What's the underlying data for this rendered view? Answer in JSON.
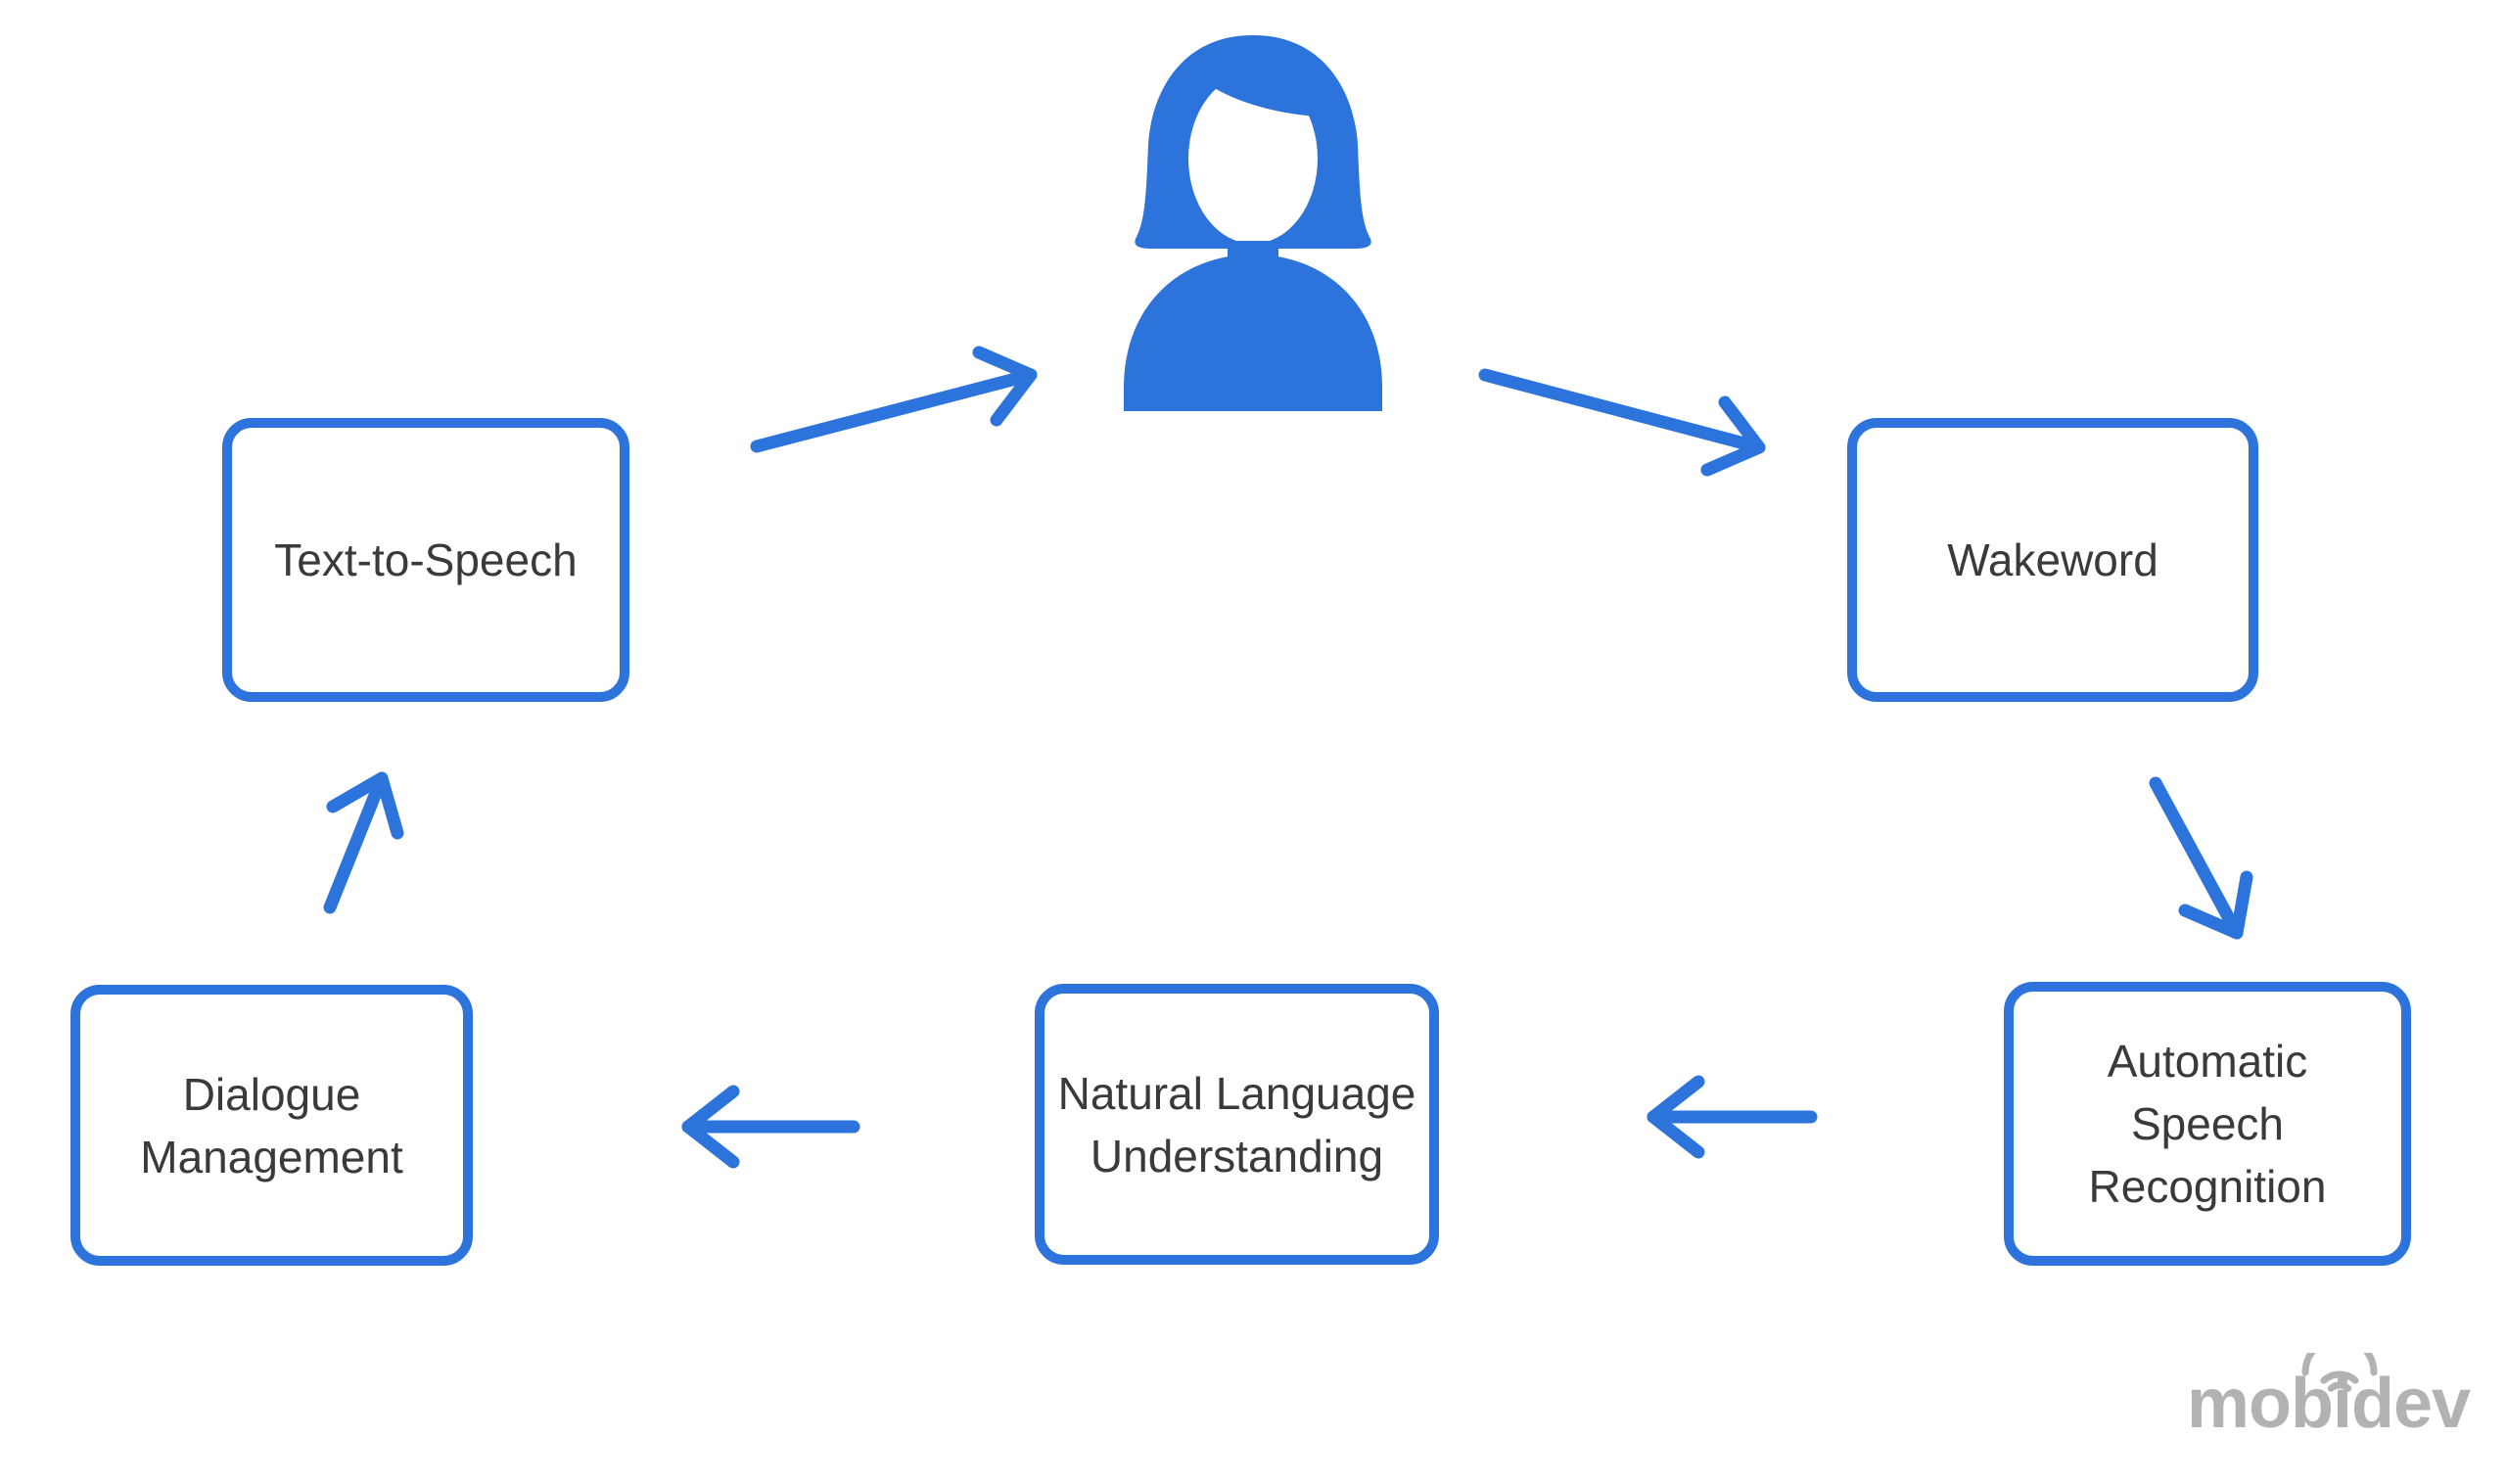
{
  "diagram": {
    "type": "flow",
    "user_icon": "woman-user-icon",
    "nodes": [
      {
        "id": "text-to-speech",
        "label": "Text-to-Speech",
        "lines": [
          "Text-to-Speech"
        ]
      },
      {
        "id": "wakeword",
        "label": "Wakeword",
        "lines": [
          "Wakeword"
        ]
      },
      {
        "id": "automatic-speech-recognition",
        "label": "Automatic Speech Recognition",
        "lines": [
          "Automatic",
          "Speech",
          "Recognition"
        ]
      },
      {
        "id": "natural-language-understanding",
        "label": "Natural Language Understanding",
        "lines": [
          "Natural Language",
          "Understanding"
        ]
      },
      {
        "id": "dialogue-management",
        "label": "Dialogue Management",
        "lines": [
          "Dialogue",
          "Management"
        ]
      }
    ],
    "edges": [
      {
        "from": "text-to-speech",
        "to": "user"
      },
      {
        "from": "user",
        "to": "wakeword"
      },
      {
        "from": "wakeword",
        "to": "automatic-speech-recognition"
      },
      {
        "from": "automatic-speech-recognition",
        "to": "natural-language-understanding"
      },
      {
        "from": "natural-language-understanding",
        "to": "dialogue-management"
      },
      {
        "from": "dialogue-management",
        "to": "text-to-speech"
      }
    ],
    "colors": {
      "accent": "#2C74DB",
      "node_text": "#3A3A3C",
      "logo_gray": "#B2B2B2",
      "background": "#FFFFFF"
    }
  },
  "logo": {
    "text": "mobidev",
    "icon": "wifi-arcs-icon"
  }
}
